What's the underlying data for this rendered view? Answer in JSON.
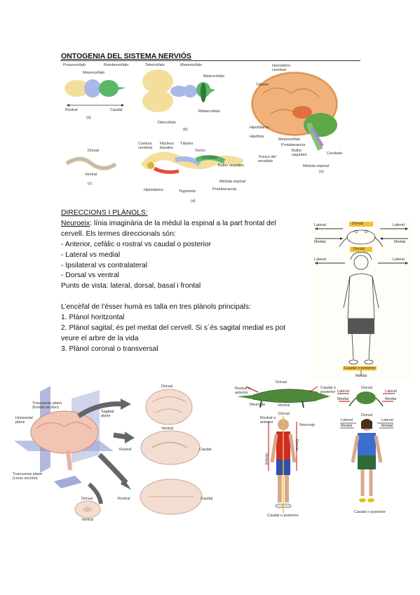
{
  "section1": {
    "title": "ONTOGENIA DEL SISTEMA NERVIÓS",
    "figure": {
      "a": {
        "caption": "(a)",
        "labels": [
          "Prosencèfalo",
          "Mesencèfalo",
          "Rombencèfalo",
          "Rostral",
          "Caudal"
        ]
      },
      "b": {
        "caption": "(b)",
        "labels": [
          "Telencéfalo",
          "Mesencéfalo",
          "Metencéfalo",
          "Mielencéfalo",
          "Diencéfalo"
        ]
      },
      "c": {
        "caption": "(c)",
        "labels": [
          "Dorsal",
          "Ventral"
        ]
      },
      "d": {
        "caption": "(d)",
        "labels": [
          "Corteza cerebral",
          "Núcleos basales",
          "Tálamo",
          "Techo",
          "Cerebelo",
          "Bulbo raquídeo",
          "Médula espinal",
          "Protuberancia",
          "Tegmento",
          "Hipotálamo"
        ]
      },
      "e": {
        "caption": "(e)",
        "labels": [
          "Hemisferio cerebral",
          "Tálamo",
          "Hipotálamo",
          "Hipófisis",
          "Mesencéfalo",
          "Protuberancia",
          "Bulbo raquídeo",
          "Tronco del encéfalo",
          "Cerebelo",
          "Médula espinal"
        ]
      }
    }
  },
  "section2": {
    "heading": "DIRECCIONS I PLÀNOLS:",
    "neuroeix_term": "Neuroeix",
    "neuroeix_def_1": ": línia imaginària de la mèdul la espinal a la part frontal del",
    "neuroeix_def_2": "cervell.  Els termes direccionals són:",
    "items": [
      "- Anterior, cefàlic o rostral vs caudal o posterior",
      "- Lateral vs medial",
      "- Ipsilateral vs contralateral",
      "- Dorsal vs ventral"
    ],
    "views": "Punts de vista: lateral, dorsal, basal i frontal",
    "figure_labels": {
      "dorsal_top": "Dorsal",
      "lateral_l": "Lateral",
      "lateral_r": "Lateral",
      "medial_l": "Medial",
      "medial_r": "Medial",
      "dorsal_mid": "Dorsal",
      "lateral_l2": "Lateral",
      "lateral_r2": "Lateral",
      "caudal": "Caudal o posterior",
      "medial_bottom": "Medial"
    }
  },
  "section3": {
    "intro": "L’encèfal de l’ésser humà es talla en tres plànols principals:",
    "items": [
      "1.  Plànol horitzontal",
      "2. Plànol sagital; és pel meitat del cervell. Si s´és sagital medial es pot",
      "veure el arbre de la vida",
      "3.  Plànol coronal o transversal"
    ]
  },
  "planes_figure": {
    "labels": {
      "horizontal": "Horizontal plane",
      "transverse_frontal": "Transverse plane (frontal section)",
      "sagittal": "Sagittal plane",
      "transverse_cross": "Transverse plane (cross section)",
      "dorsal1": "Dorsal",
      "ventral1": "Ventral",
      "rostral2": "Rostral",
      "caudal2": "Caudal",
      "rostral3": "Rostral",
      "caudal3": "Caudal",
      "dorsal4": "Dorsal",
      "ventral4": "Ventral"
    }
  },
  "directions_figure": {
    "labels": {
      "dorsal": "Dorsal",
      "rostral_anterior": "Rostral o anterior",
      "caudal_posterior": "Caudal o posterior",
      "neuroeje": "Neuroeje",
      "ventral": "Ventral",
      "dorsal_p": "Dorsal",
      "rostral_anterior_p": "Rostral o anterior",
      "neuroeje_p": "Neuroeje",
      "ventral_p": "Ventral",
      "dorsal_v": "Dorsal",
      "caudal_p": "Caudal o posterior",
      "frog_dorsal": "Dorsal",
      "frog_lateral_l": "Lateral",
      "frog_lateral_r": "Lateral",
      "frog_medial_l": "Medial",
      "frog_medial_r": "Medial",
      "girl_dorsal": "Dorsal",
      "girl_lateral_l": "Lateral",
      "girl_lateral_r": "Lateral",
      "girl_medial_l": "Medial",
      "girl_medial_r": "Medial",
      "girl_caudal": "Caudal o posterior"
    }
  }
}
